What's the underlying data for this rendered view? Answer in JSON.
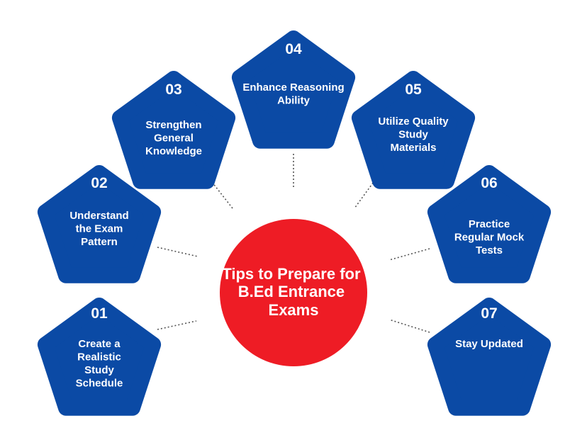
{
  "center": {
    "lines": [
      "Tips to Prepare for",
      "B.Ed Entrance",
      "Exams"
    ]
  },
  "tips": [
    {
      "number": "01",
      "lines": [
        "Create a",
        "Realistic",
        "Study",
        "Schedule"
      ]
    },
    {
      "number": "02",
      "lines": [
        "Understand",
        "the Exam",
        "Pattern"
      ]
    },
    {
      "number": "03",
      "lines": [
        "Strengthen",
        "General",
        "Knowledge"
      ]
    },
    {
      "number": "04",
      "lines": [
        "Enhance Reasoning",
        "Ability"
      ]
    },
    {
      "number": "05",
      "lines": [
        "Utilize Quality",
        "Study",
        "Materials"
      ]
    },
    {
      "number": "06",
      "lines": [
        "Practice",
        "Regular Mock",
        "Tests"
      ]
    },
    {
      "number": "07",
      "lines": [
        "Stay Updated"
      ]
    }
  ],
  "colors": {
    "pentagon": "#0b4aa5",
    "center_circle": "#ee1c25",
    "text": "#ffffff",
    "connector": "#555555"
  }
}
